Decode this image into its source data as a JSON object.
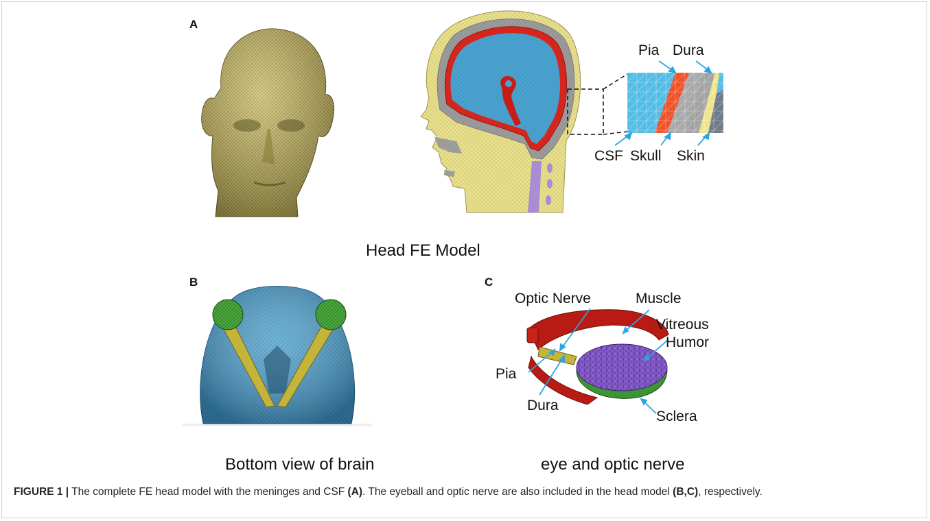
{
  "panels": {
    "a": {
      "letter": "A",
      "title": "Head FE Model"
    },
    "b": {
      "letter": "B",
      "title": "Bottom view of brain"
    },
    "c": {
      "letter": "C",
      "title": "eye and optic nerve"
    }
  },
  "inset_labels": {
    "pia": "Pia",
    "dura": "Dura",
    "csf": "CSF",
    "skull": "Skull",
    "skin": "Skin"
  },
  "eye_labels": {
    "optic_nerve": "Optic Nerve",
    "muscle": "Muscle",
    "vitreous_humor": "Vitreous\nHumor",
    "vitreous": "Vitreous",
    "humor": "Humor",
    "pia": "Pia",
    "dura": "Dura",
    "sclera": "Sclera"
  },
  "caption": {
    "figure_label": "FIGURE 1 |",
    "text_1": " The complete FE head model with the meninges and CSF ",
    "ref_1": "(A)",
    "text_2": ". The eyeball and optic nerve are also included in the head model ",
    "ref_2": "(B,C)",
    "text_3": ", respectively."
  },
  "colors": {
    "skin_yellow": "#e8df8a",
    "head_mesh": "#c9b75a",
    "brain_blue": "#4ba3cf",
    "csf_red": "#d8261e",
    "skull_gray": "#9a9a9a",
    "spine_purple": "#a98bd6",
    "eye_green": "#3da33a",
    "muscle_red": "#b61c14",
    "arrow_blue": "#2aa5e0"
  }
}
